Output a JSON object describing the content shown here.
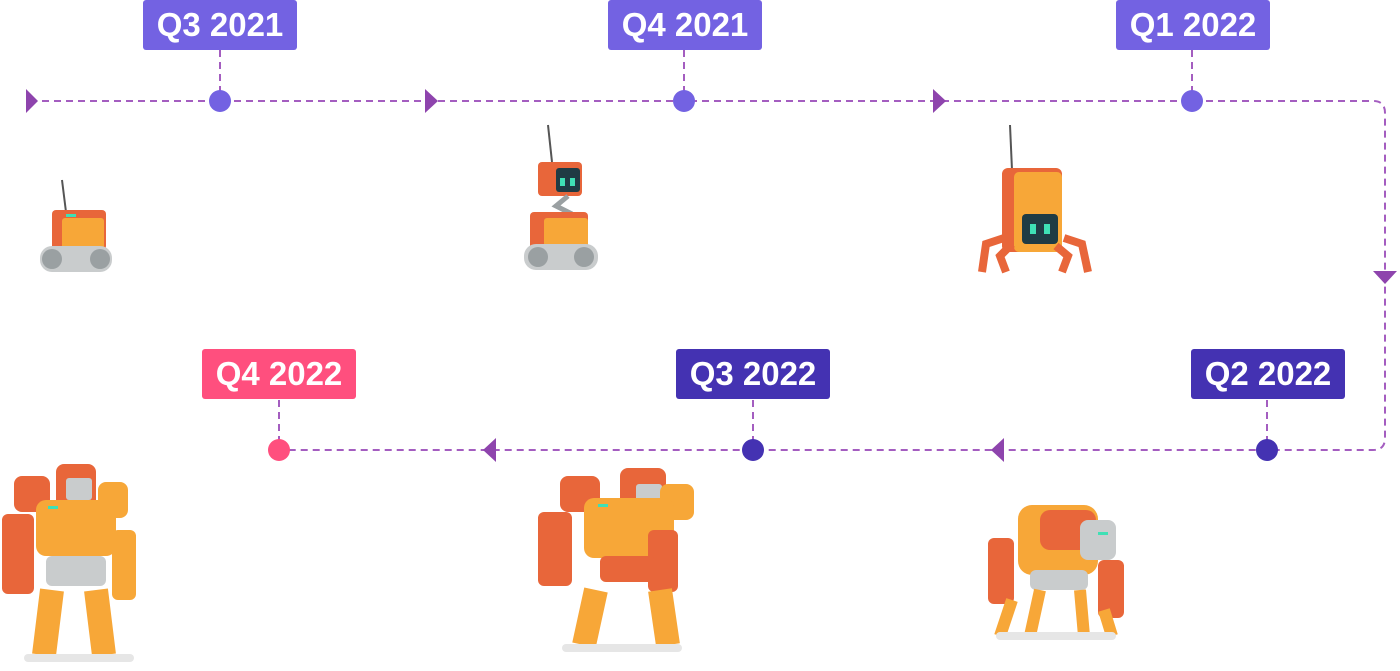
{
  "title": "Robot roadmap timeline",
  "colors": {
    "past": "#7362e2",
    "upcoming": "#4432b2",
    "current": "#ff4f7e",
    "line": "#a45dc0",
    "arrow": "#8e44ad",
    "robot_orange": "#f7a738",
    "robot_dark_orange": "#e8663a"
  },
  "milestones": [
    {
      "label": "Q3 2021",
      "status": "past",
      "robot": "small-wheeled-robot"
    },
    {
      "label": "Q4 2021",
      "status": "past",
      "robot": "wheeled-robot-with-head"
    },
    {
      "label": "Q1 2022",
      "status": "past",
      "robot": "spider-leg-robot"
    },
    {
      "label": "Q2 2022",
      "status": "upcoming",
      "robot": "crouching-robot"
    },
    {
      "label": "Q3 2022",
      "status": "upcoming",
      "robot": "humanoid-robot"
    },
    {
      "label": "Q4 2022",
      "status": "current",
      "robot": "tall-humanoid-robot"
    }
  ]
}
